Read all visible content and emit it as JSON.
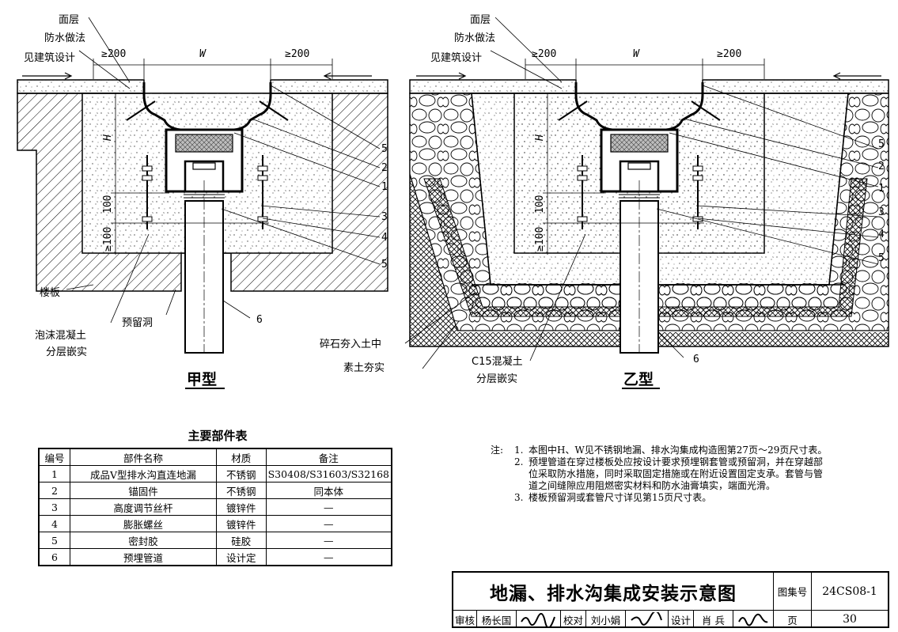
{
  "drawing": {
    "left_label": "甲型",
    "right_label": "乙型",
    "dims": {
      "min_offset": "≥200",
      "width": "W",
      "height": "H",
      "d100": "100",
      "d100b": "≥100"
    },
    "callouts": [
      "1",
      "2",
      "3",
      "4",
      "5",
      "6"
    ],
    "left_annotations": {
      "surface": "面层",
      "waterproof_1": "防水做法",
      "waterproof_2": "见建筑设计",
      "slab": "楼板",
      "foam_1": "泡沫混凝土",
      "foam_2": "分层嵌实",
      "reserved_hole": "预留洞"
    },
    "right_annotations": {
      "surface": "面层",
      "waterproof_1": "防水做法",
      "waterproof_2": "见建筑设计",
      "gravel": "碎石夯入土中",
      "soil": "素土夯实",
      "c15_1": "C15混凝土",
      "c15_2": "分层嵌实"
    }
  },
  "parts_table": {
    "title": "主要部件表",
    "headers": [
      "编号",
      "部件名称",
      "材质",
      "备注"
    ],
    "rows": [
      [
        "1",
        "成品V型排水沟直连地漏",
        "不锈钢",
        "S30408/S31603/S32168"
      ],
      [
        "2",
        "锚固件",
        "不锈钢",
        "同本体"
      ],
      [
        "3",
        "高度调节丝杆",
        "镀锌件",
        "—"
      ],
      [
        "4",
        "膨胀螺丝",
        "镀锌件",
        "—"
      ],
      [
        "5",
        "密封胶",
        "硅胶",
        "—"
      ],
      [
        "6",
        "预埋管道",
        "设计定",
        "—"
      ]
    ]
  },
  "notes": {
    "label": "注:",
    "items": [
      {
        "num": "1.",
        "text": "本图中H、W见不锈钢地漏、排水沟集成构造图第27页～29页尺寸表。"
      },
      {
        "num": "2.",
        "text": "预埋管道在穿过楼板处应按设计要求预埋钢套管或预留洞，并在穿越部位采取防水措施，同时采取固定措施或在附近设置固定支承。套管与管道之间缝隙应用阻燃密实材料和防水油膏填实，端面光滑。"
      },
      {
        "num": "3.",
        "text": "楼板预留洞或套管尺寸详见第15页尺寸表。"
      }
    ]
  },
  "title_block": {
    "title": "地漏、排水沟集成安装示意图",
    "atlas_label": "图集号",
    "atlas_no": "24CS08-1",
    "review_label": "审核",
    "review_name": "杨长国",
    "check_label": "校对",
    "check_name": "刘小娟",
    "design_label": "设计",
    "design_name": "肖 兵",
    "page_label": "页",
    "page_no": "30"
  }
}
